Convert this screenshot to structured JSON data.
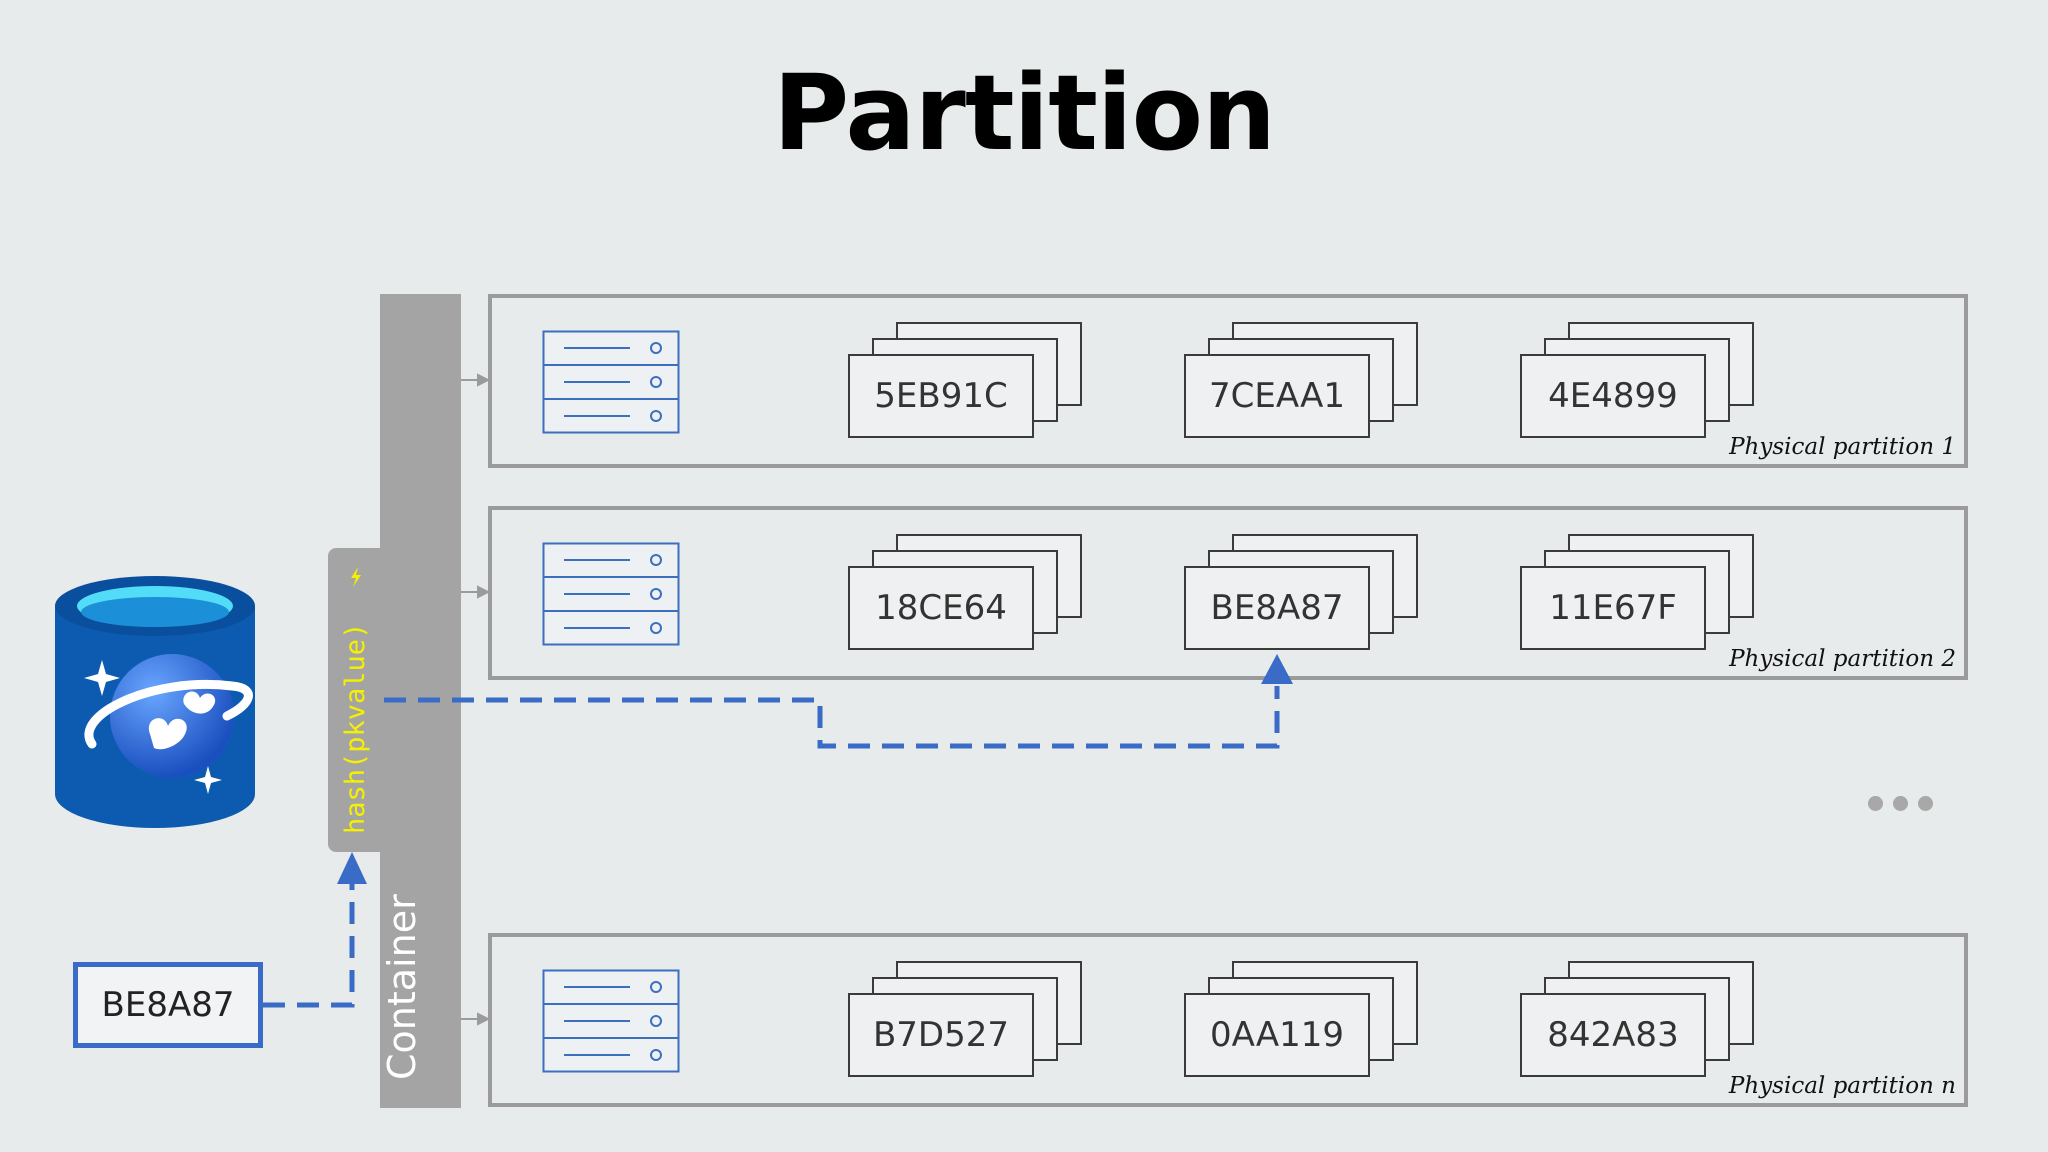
{
  "title": "Partition",
  "container_label": "Container",
  "hash_label": "hash(pkvalue)",
  "hash_icon": "lightning-icon",
  "incoming_key": "BE8A87",
  "partitions": [
    {
      "label": "Physical partition 1",
      "keys": [
        "5EB91C",
        "7CEAA1",
        "4E4899"
      ]
    },
    {
      "label": "Physical partition 2",
      "keys": [
        "18CE64",
        "BE8A87",
        "11E67F"
      ]
    },
    {
      "label": "Physical partition n",
      "keys": [
        "B7D527",
        "0AA119",
        "842A83"
      ]
    }
  ],
  "more_indicator": "ellipsis-icon",
  "colors": {
    "background": "#e8ebeb",
    "partition_border": "#9b9b9b",
    "container": "#a4a4a4",
    "flow": "#3a6bc6",
    "hash_text": "#f5f000",
    "server": "#3d6fbf"
  }
}
